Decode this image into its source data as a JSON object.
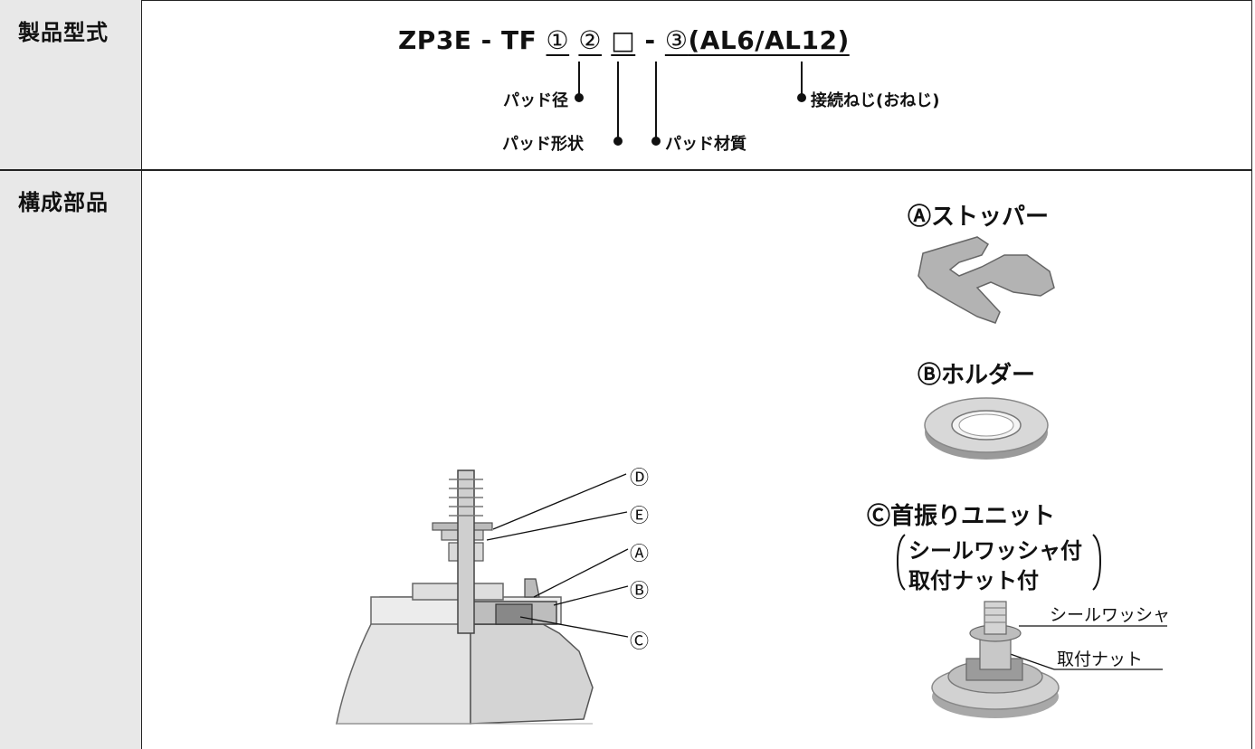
{
  "row1": {
    "label": "製品型式",
    "model_prefix": "ZP3E - TF",
    "code1": "①",
    "code2": "②",
    "code_box": "□",
    "dash": "-",
    "code3": "③",
    "suffix": "(AL6/AL12)",
    "ann_pad_diameter": "パッド径",
    "ann_pad_shape": "パッド形状",
    "ann_pad_material": "パッド材質",
    "ann_connection": "接続ねじ(おねじ)"
  },
  "row2": {
    "label": "構成部品",
    "callouts": [
      "Ⓓ",
      "Ⓔ",
      "Ⓐ",
      "Ⓑ",
      "Ⓒ"
    ],
    "part_a": "Ⓐストッパー",
    "part_b": "Ⓑホルダー",
    "part_c": "Ⓒ首振りユニット",
    "part_c_sub1": "シールワッシャ付",
    "part_c_sub2": "取付ナット付",
    "seal_washer": "シールワッシャ",
    "mount_nut": "取付ナット"
  }
}
